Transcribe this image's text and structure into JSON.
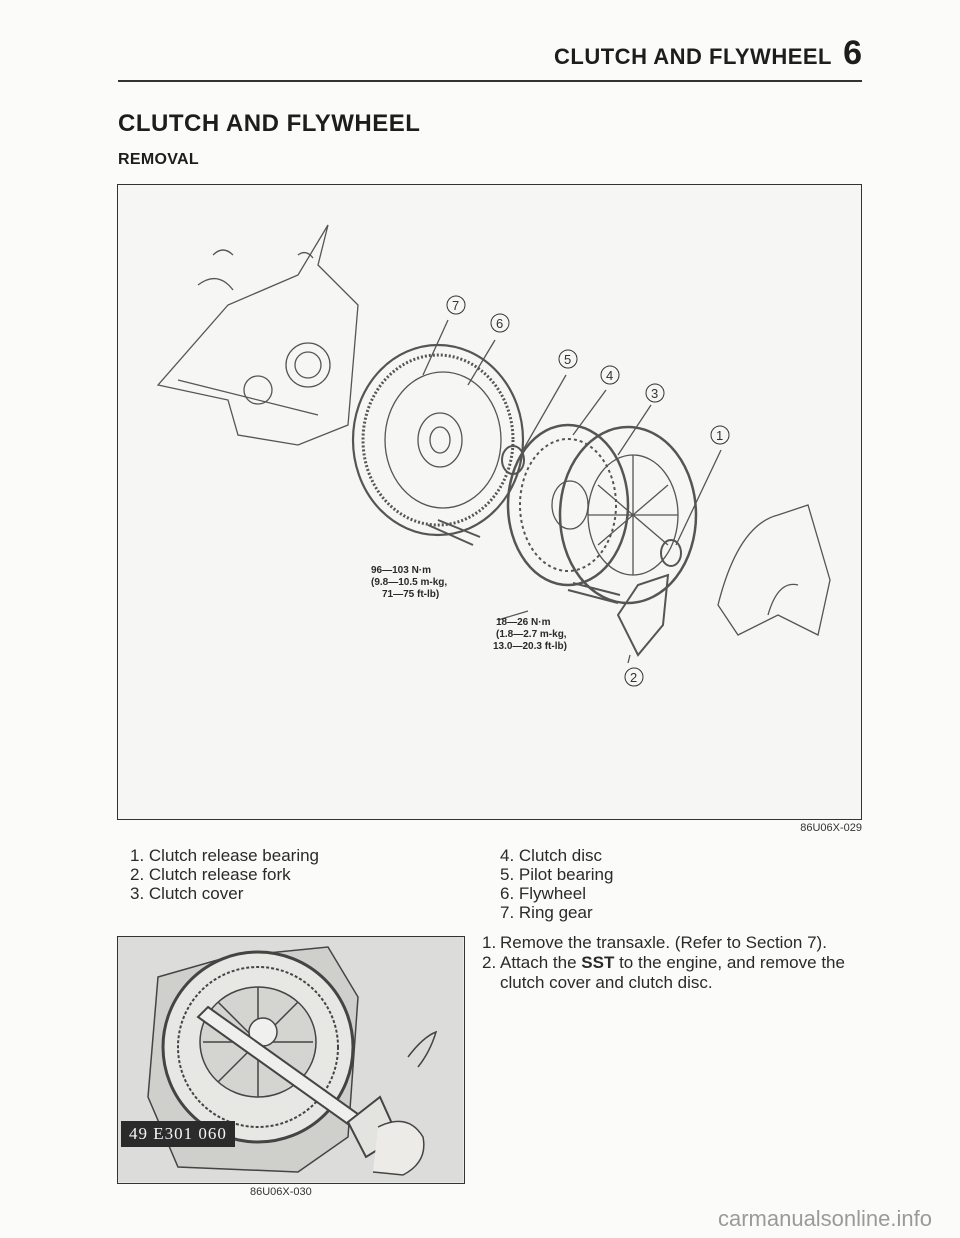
{
  "header": {
    "title": "CLUTCH AND FLYWHEEL",
    "chapter": "6"
  },
  "main_heading": "CLUTCH AND FLYWHEEL",
  "sub_heading": "REMOVAL",
  "figure1": {
    "code": "86U06X-029",
    "callouts": [
      "1",
      "2",
      "3",
      "4",
      "5",
      "6",
      "7"
    ],
    "torque_flywheel": [
      "96—103 N·m",
      "(9.8—10.5 m-kg,",
      "71—75 ft-lb)"
    ],
    "torque_cover": [
      "18—26 N·m",
      "(1.8—2.7 m-kg,",
      "13.0—20.3 ft-lb)"
    ]
  },
  "legend_left": [
    "1. Clutch release bearing",
    "2. Clutch release fork",
    "3. Clutch cover"
  ],
  "legend_right": [
    "4. Clutch disc",
    "5. Pilot bearing",
    "6. Flywheel",
    "7. Ring gear"
  ],
  "steps": [
    {
      "num": "1.",
      "text": "Remove the transaxle. (Refer to Section 7)."
    },
    {
      "num": "2.",
      "pre": "Attach the ",
      "bold": "SST",
      "post": " to the engine, and remove the clutch cover and clutch disc."
    }
  ],
  "figure2": {
    "code": "86U06X-030",
    "sst_label": "49 E301 060"
  },
  "footer": "carmanualsonline.info"
}
